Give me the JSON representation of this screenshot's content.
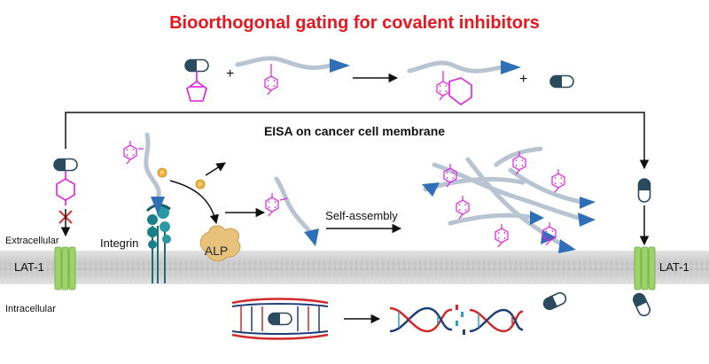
{
  "title": "Bioorthogonal gating for covalent inhibitors",
  "section_heading": "EISA on cancer cell membrane",
  "labels": {
    "plus": "+",
    "extracellular": "Extracellular",
    "intracellular": "Intracellular",
    "lat1": "LAT-1",
    "integrin": "Integrin",
    "alp": "ALP",
    "self_assembly": "Self-assembly",
    "phosphate": "P"
  },
  "colors": {
    "title": "#e8161e",
    "molecule": "#e020e0",
    "peptide": "#b8c4d2",
    "arrowhead": "#2f6fb8",
    "capsule_dark": "#2a4a5e",
    "membrane": "#c8c8c8",
    "lat1": "#9dd46a",
    "integrin": "#1a7f8a",
    "alp": "#e8c27a",
    "dna_red": "#d02a2a",
    "dna_blue": "#1f3f7a"
  }
}
